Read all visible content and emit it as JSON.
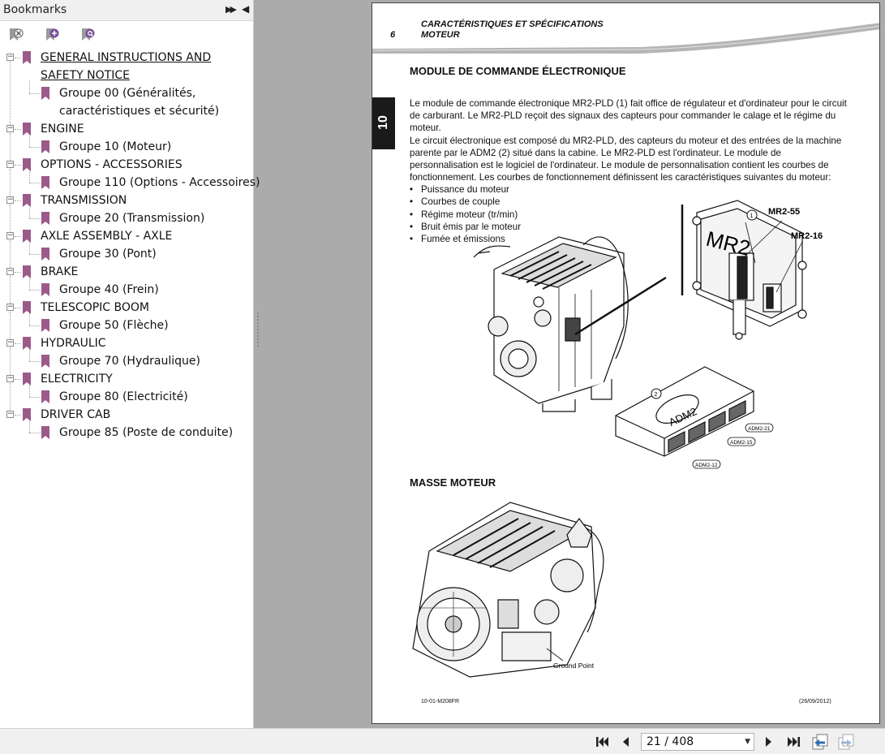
{
  "bookmarks": {
    "title": "Bookmarks",
    "items": [
      {
        "label_lines": [
          "GENERAL INSTRUCTIONS AND",
          "SAFETY NOTICE"
        ],
        "children": [
          {
            "label_lines": [
              "Groupe 00 (Généralités,",
              "caractéristiques et sécurité)"
            ]
          }
        ]
      },
      {
        "label_lines": [
          "ENGINE"
        ],
        "children": [
          {
            "label_lines": [
              "Groupe 10 (Moteur)"
            ]
          }
        ]
      },
      {
        "label_lines": [
          "OPTIONS - ACCESSORIES"
        ],
        "children": [
          {
            "label_lines": [
              "Groupe 110 (Options - Accessoires)"
            ]
          }
        ]
      },
      {
        "label_lines": [
          "TRANSMISSION"
        ],
        "children": [
          {
            "label_lines": [
              "Groupe 20 (Transmission)"
            ]
          }
        ]
      },
      {
        "label_lines": [
          "AXLE ASSEMBLY - AXLE"
        ],
        "children": [
          {
            "label_lines": [
              "Groupe 30 (Pont)"
            ]
          }
        ]
      },
      {
        "label_lines": [
          "BRAKE"
        ],
        "children": [
          {
            "label_lines": [
              "Groupe 40 (Frein)"
            ]
          }
        ]
      },
      {
        "label_lines": [
          "TELESCOPIC BOOM"
        ],
        "children": [
          {
            "label_lines": [
              "Groupe 50 (Flèche)"
            ]
          }
        ]
      },
      {
        "label_lines": [
          "HYDRAULIC"
        ],
        "children": [
          {
            "label_lines": [
              "Groupe 70 (Hydraulique)"
            ]
          }
        ]
      },
      {
        "label_lines": [
          "ELECTRICITY"
        ],
        "children": [
          {
            "label_lines": [
              "Groupe 80 (Electricité)"
            ]
          }
        ]
      },
      {
        "label_lines": [
          "DRIVER CAB"
        ],
        "children": [
          {
            "label_lines": [
              "Groupe 85 (Poste de conduite)"
            ]
          }
        ]
      }
    ]
  },
  "document": {
    "page_number": "6",
    "header_line1": "CARACTÉRISTIQUES ET SPÉCIFICATIONS",
    "header_line2": "MOTEUR",
    "side_tab": "10",
    "section1_title": "MODULE DE COMMANDE ÉLECTRONIQUE",
    "para1": "Le module de commande électronique MR2-PLD (1) fait office de régulateur et d'ordinateur pour le circuit de carburant. Le MR2-PLD reçoit des signaux des capteurs pour commander le calage et le régime du moteur.",
    "para2": "Le circuit électronique est composé du MR2-PLD, des capteurs du moteur et des entrées de la machine parente par le ADM2 (2) situé dans la cabine. Le MR2-PLD est l'ordinateur. Le module de personnalisation est le logiciel de l'ordinateur. Le module de personnalisation contient les courbes de fonctionnement. Les courbes de fonctionnement définissent les caractéristiques suivantes du moteur:",
    "bullets": [
      "Puissance du moteur",
      "Courbes de couple",
      "Régime moteur (tr/min)",
      "Bruit émis par le moteur",
      "Fumée et émissions"
    ],
    "fig1_labels": {
      "callout1": "1",
      "callout2": "2",
      "mr2": "MR2",
      "mr2_55": "MR2-55",
      "mr2_16": "MR2-16",
      "adm2": "ADM2",
      "adm2_21": "ADM2-21",
      "adm2_15": "ADM2-15",
      "adm2_12": "ADM2-12"
    },
    "section2_title": "MASSE MOTEUR",
    "fig2_label": "Ground Point",
    "footer_left": "10-01-M208FR",
    "footer_right": "(26/09/2012)"
  },
  "navigation": {
    "page_display": "21 / 408"
  },
  "icons": {
    "tool1": "delete-bookmark-icon",
    "tool2": "new-bookmark-icon",
    "tool3": "find-bookmark-icon",
    "nav": [
      "first-page-icon",
      "previous-page-icon",
      "next-page-icon",
      "last-page-icon",
      "previous-view-icon",
      "next-view-icon"
    ]
  },
  "colors": {
    "bookmark_flag": "#9b5a8a",
    "tool_icon": "#7a4f9a",
    "side_tab": "#1a1a1a"
  }
}
